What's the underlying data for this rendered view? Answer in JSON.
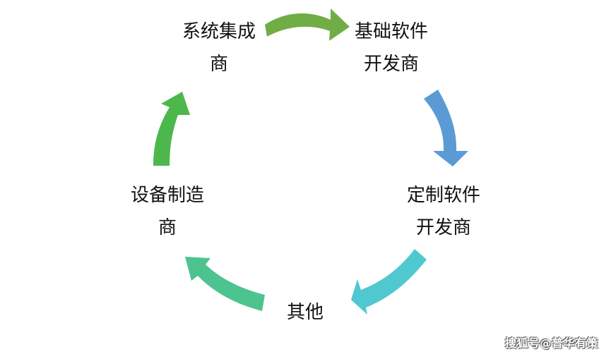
{
  "nodes": {
    "system_integrator": {
      "line1": "系统集成",
      "line2": "商"
    },
    "basic_software": {
      "line1": "基础软件",
      "line2": "开发商"
    },
    "custom_software": {
      "line1": "定制软件",
      "line2": "开发商"
    },
    "other": {
      "line1": "其他"
    },
    "device_manufacturer": {
      "line1": "设备制造",
      "line2": "商"
    }
  },
  "arrow_colors": {
    "system_to_basic": "#70AD47",
    "basic_to_custom": "#5B9BD5",
    "custom_to_other": "#4FC8CF",
    "other_to_device": "#4DC38F",
    "device_to_system": "#4CB84C"
  },
  "watermark": "搜狐号@普华有策"
}
